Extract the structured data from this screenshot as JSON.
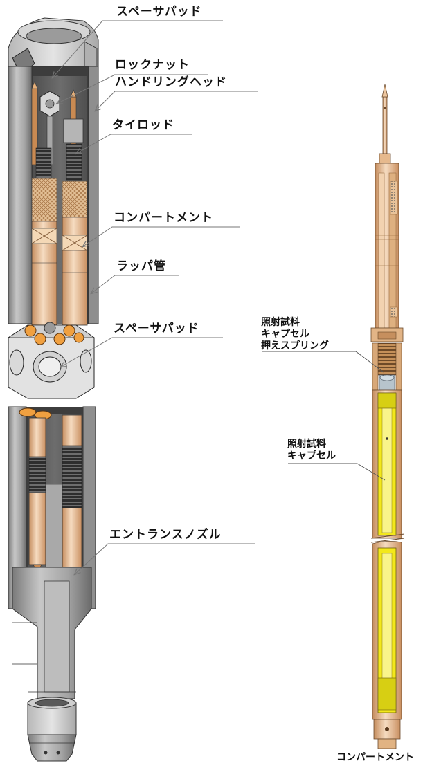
{
  "labels": {
    "spacer_pad_top": "スペーサパッド",
    "lock_nut": "ロックナット",
    "handling_head": "ハンドリングヘッド",
    "tie_rod": "タイロッド",
    "compartment": "コンパートメント",
    "wrapper_tube": "ラッパ管",
    "spacer_pad_mid": "スペーサパッド",
    "entrance_nozzle": "エントランスノズル",
    "capsule_spring_line1": "照射試料",
    "capsule_spring_line2": "キャプセル",
    "capsule_spring_line3": "押えスプリング",
    "capsule_line1": "照射試料",
    "capsule_line2": "キャプセル",
    "right_caption": "コンパートメント"
  },
  "icons": [
    "assembly-cutaway-drawing",
    "compartment-drawing",
    "leader-arrow-icon"
  ],
  "colors": {
    "steel": "#9a9a9a",
    "steel_light": "#c9c9c9",
    "steel_dark": "#6d6d6d",
    "copper": "#e9b98e",
    "copper_light": "#f6dcc1",
    "copper_dark": "#b97f4f",
    "capsule_yellow": "#f3ec1a",
    "orange": "#f09a3a"
  }
}
